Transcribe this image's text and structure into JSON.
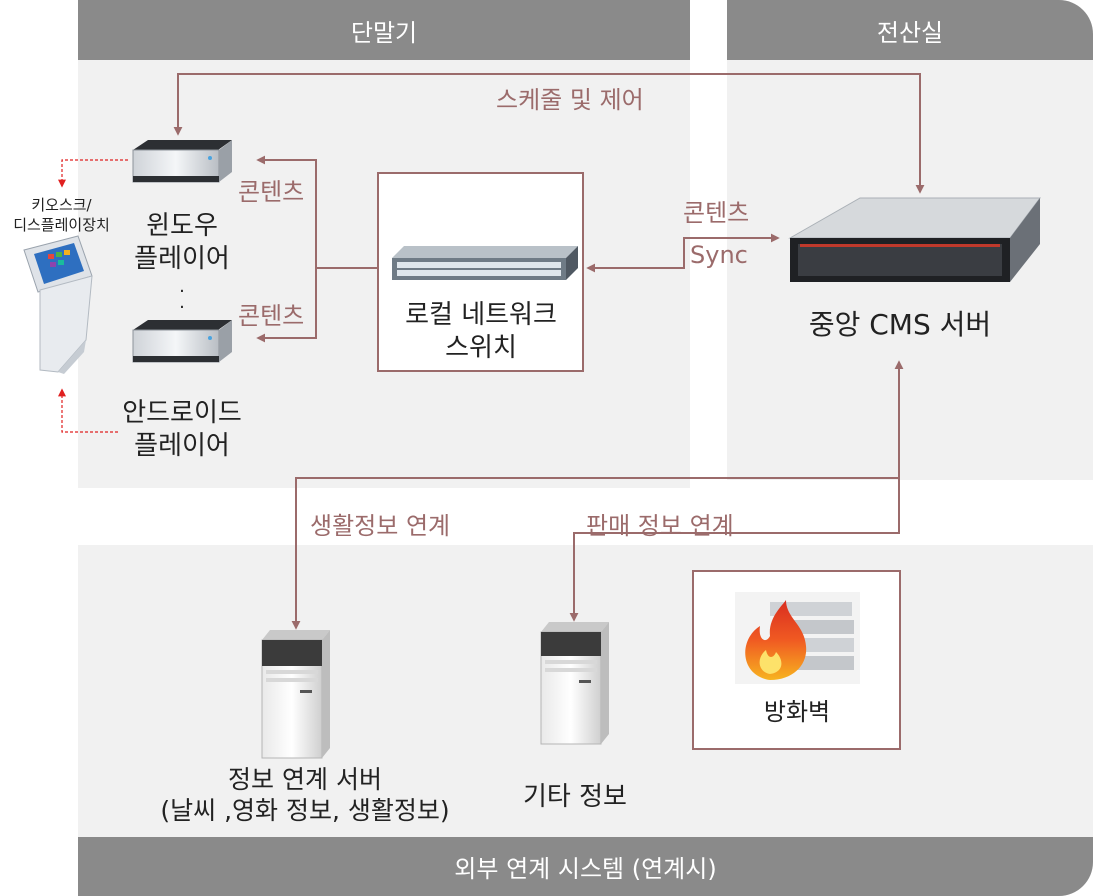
{
  "sections": {
    "terminal": "단말기",
    "server_room": "전산실",
    "external": "외부 연계 시스템 (연계시)"
  },
  "nodes": {
    "kiosk": "키오스크/\n디스플레이장치",
    "windows_player": "윈도우\n플레이어",
    "android_player": "안드로이드\n플레이어",
    "local_switch": "로컬 네트워크\n스위치",
    "cms_server": "중앙 CMS 서버",
    "info_server": "정보 연계 서버\n(날씨 ,영화 정보, 생활정보)",
    "other_info": "기타 정보",
    "firewall": "방화벽",
    "ellipsis": "·\n·"
  },
  "edges": {
    "schedule": "스케줄 및 제어",
    "content_upper": "콘텐츠",
    "content_lower": "콘텐츠",
    "content_sync_1": "콘텐츠",
    "content_sync_2": "Sync",
    "life_info": "생활정보 연계",
    "sales_info": "판매 정보 연계"
  },
  "colors": {
    "header": "#8a8a8a",
    "panel": "#f1f1f1",
    "edge": "#9b6b6b",
    "kiosk_link": "#e02020"
  },
  "icons": {
    "mini_pc": "mini-pc-icon",
    "kiosk": "kiosk-icon",
    "switch": "network-switch-icon",
    "rack_server": "rack-server-icon",
    "tower_server": "tower-server-icon",
    "firewall": "firewall-icon"
  }
}
